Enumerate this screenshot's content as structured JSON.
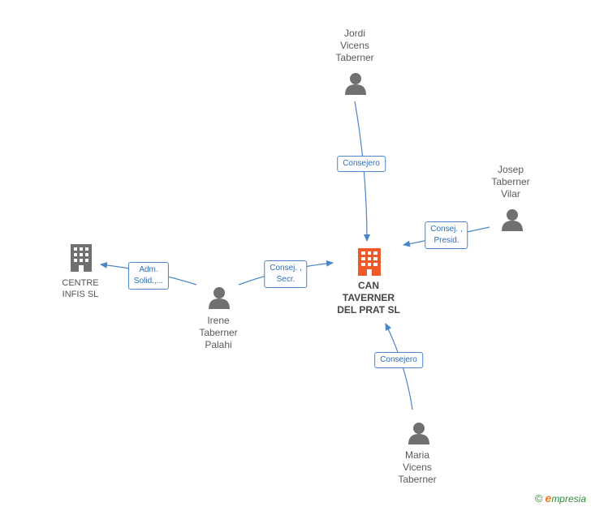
{
  "nodes": {
    "jordi": {
      "name": "Jordi\nVicens\nTaberner",
      "type": "person"
    },
    "josep": {
      "name": "Josep\nTaberner\nVilar",
      "type": "person"
    },
    "irene": {
      "name": "Irene\nTaberner\nPalahi",
      "type": "person"
    },
    "maria": {
      "name": "Maria\nVicens\nTaberner",
      "type": "person"
    },
    "can_taverner": {
      "name": "CAN\nTAVERNER\nDEL PRAT  SL",
      "type": "company-main"
    },
    "centre_infis": {
      "name": "CENTRE\nINFIS  SL",
      "type": "company"
    }
  },
  "edges": {
    "jordi_can": {
      "label": "Consejero"
    },
    "josep_can": {
      "label": "Consej. ,\nPresid."
    },
    "irene_can": {
      "label": "Consej. ,\nSecr."
    },
    "irene_centre": {
      "label": "Adm.\nSolid.,..."
    },
    "maria_can": {
      "label": "Consejero"
    }
  },
  "colors": {
    "person_icon": "#707070",
    "company_icon": "#707070",
    "company_main_icon": "#f05a28",
    "edge": "#4a86c8"
  },
  "icons": {
    "person": "person-icon",
    "company": "building-icon"
  },
  "footer": {
    "copyright_symbol": "©",
    "brand_initial": "e",
    "brand_rest": "mpresia"
  }
}
